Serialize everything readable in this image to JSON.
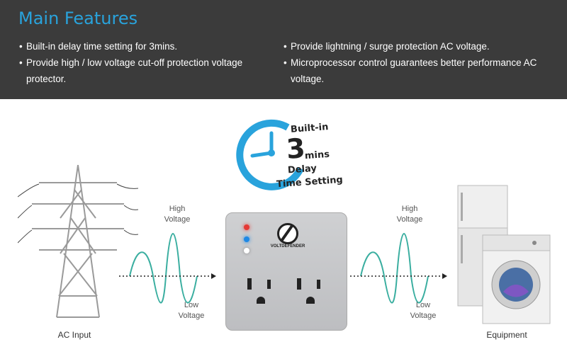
{
  "header": {
    "title": "Main Features",
    "left_bullets": [
      "Built-in delay time setting for 3mins.",
      "Provide high / low voltage cut-off protection voltage protector."
    ],
    "right_bullets": [
      "Provide lightning / surge protection AC voltage.",
      "Microprocessor control guarantees better  performance AC voltage."
    ]
  },
  "timer_badge": {
    "line1": "Built-in",
    "number": "3",
    "unit": "mins",
    "line3": "Delay",
    "line4": "Time Setting"
  },
  "left_wave": {
    "high_label": "High\nVoltage",
    "low_label": "Low\nVoltage"
  },
  "right_wave": {
    "high_label": "High\nVoltage",
    "low_label": "Low\nVoltage"
  },
  "device": {
    "brand": "VOLTDEFENDER"
  },
  "input_label": "AC Input",
  "output_label": "Equipment",
  "colors": {
    "accent": "#29a3dc",
    "header_bg": "#3b3b3b",
    "wave": "#3aaea0",
    "led_red": "#e53935",
    "led_blue": "#1e88e5"
  }
}
